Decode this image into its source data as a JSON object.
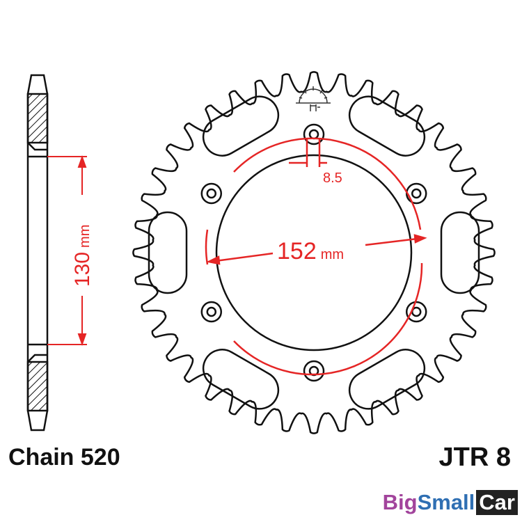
{
  "labels": {
    "chain": "Chain 520",
    "model": "JTR 8"
  },
  "dimensions": {
    "pcd": "152",
    "pcd_unit": "mm",
    "center_bore": "130",
    "center_bore_unit": "mm",
    "bolt_hole": "8.5"
  },
  "sprocket": {
    "teeth": 40,
    "bolt_holes": 6,
    "lightening_slots": 6
  },
  "brand": {
    "part1": "Big",
    "part2": "Small",
    "part3": "Car"
  },
  "colors": {
    "line": "#111111",
    "dimension": "#e52525",
    "brand_purple": "#a2449c",
    "brand_blue": "#2f6fb3"
  }
}
